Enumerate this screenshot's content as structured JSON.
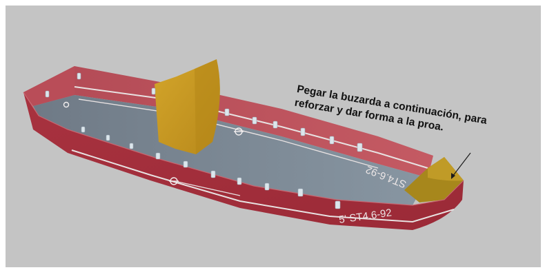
{
  "annotation": {
    "line1": "Pegar la buzarda a continuación, para",
    "line2": "reforzar y dar forma a la proa."
  },
  "hull": {
    "starboard_marking": "5' ST4.6-92",
    "port_marking": "ST4.6-92"
  },
  "colors": {
    "background": "#c4c4c4",
    "hull_red": "#a73a45",
    "deck_gray": "#7a8793",
    "bulkhead_ochre": "#c6981f",
    "stripe_white": "#e8e2e2"
  }
}
